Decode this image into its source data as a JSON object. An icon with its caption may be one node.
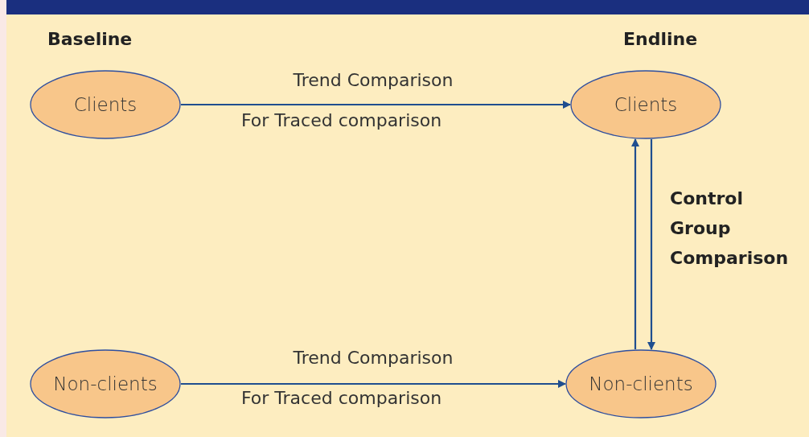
{
  "diagram": {
    "nodes": [
      {
        "text": [
          "Clients"
        ]
      },
      {
        "text": [
          "Clients"
        ]
      },
      {
        "text": [
          "Non-clients"
        ]
      },
      {
        "text": [
          "Non-clients"
        ]
      }
    ],
    "edges": [
      {
        "from": 0,
        "to": 1,
        "arrow": "to",
        "label": "Trend Comparison"
      },
      {
        "from": 2,
        "to": 3,
        "arrow": "to",
        "label": "Trend Comparison"
      },
      {
        "from": 3,
        "to": 1,
        "arrow": "to"
      },
      {
        "from": 1,
        "to": 3,
        "arrow": "to",
        "label": "Control Group Comparison"
      }
    ],
    "labels": [
      "Baseline",
      "Endline",
      "For Traced comparison",
      "For Traced comparison"
    ]
  }
}
